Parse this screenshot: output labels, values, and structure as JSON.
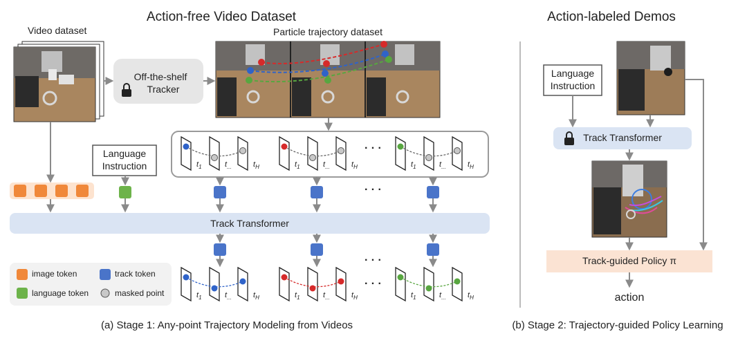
{
  "stage1": {
    "title": "Action-free Video Dataset",
    "video_dataset_label": "Video dataset",
    "particle_label": "Particle trajectory dataset",
    "tracker_line1": "Off-the-shelf",
    "tracker_line2": "Tracker",
    "language_line1": "Language",
    "language_line2": "Instruction",
    "track_transformer": "Track Transformer",
    "caption": "(a) Stage 1: Any-point Trajectory Modeling from Videos",
    "ellipsis": "· · ·",
    "frame_labels": {
      "t1": "t",
      "t1_sub": "1",
      "tmid": "t",
      "tmid_sub": "...",
      "tH": "t",
      "tH_sub": "H"
    }
  },
  "legend": {
    "image_token": "image token",
    "track_token": "track token",
    "language_token": "language token",
    "masked_point": "masked point"
  },
  "stage2": {
    "title": "Action-labeled Demos",
    "language_line1": "Language",
    "language_line2": "Instruction",
    "track_transformer": "Track Transformer",
    "policy": "Track-guided Policy π",
    "action": "action",
    "caption": "(b) Stage 2: Trajectory-guided Policy Learning"
  },
  "colors": {
    "image_token": "#f0883a",
    "image_token_bg": "#fde3cf",
    "track_token": "#4a74c9",
    "language_token": "#6db34a",
    "masked_point": "#c8c8c8",
    "transformer_bg": "#dae4f3",
    "policy_bg": "#fbe3d3",
    "tracker_bg": "#e6e6e6",
    "red_point": "#d62a2a",
    "blue_point": "#2f63c9",
    "green_point": "#58a640",
    "arrow": "#8a8a8a"
  }
}
